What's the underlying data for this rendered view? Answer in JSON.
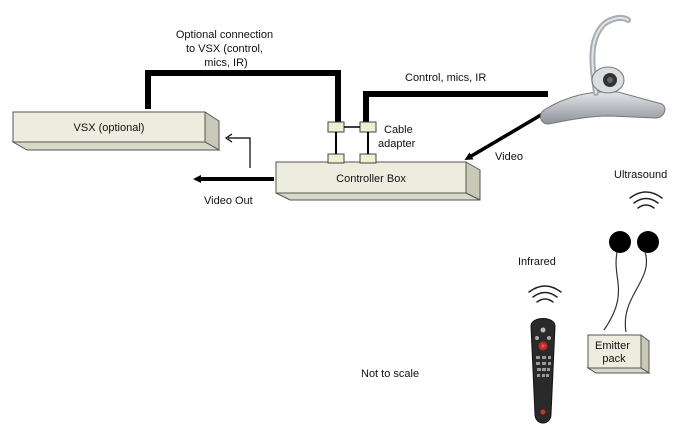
{
  "boxes": {
    "vsx": "VSX (optional)",
    "controller": "Controller Box",
    "emitter_line1": "Emitter",
    "emitter_line2": "pack"
  },
  "labels": {
    "optional_connection": [
      "Optional connection",
      "to VSX (control,",
      "mics, IR)"
    ],
    "control_mics_ir": "Control, mics, IR",
    "cable_adapter": [
      "Cable",
      "adapter"
    ],
    "video": "Video",
    "video_out": "Video Out",
    "ultrasound": "Ultrasound",
    "infrared": "Infrared",
    "not_to_scale": "Not to scale"
  },
  "icons": {
    "camera": "pan-tilt-camera-icon",
    "remote": "ir-remote-icon",
    "emitter_discs": "ultrasound-emitter-disc-icon",
    "signal_waves": "signal-wave-icon"
  },
  "colors": {
    "box_face": "#ededdf",
    "box_side": "#c9c9b8",
    "box_stroke": "#555555",
    "cable": "#000000",
    "camera_body": "#b8bcc2",
    "remote_body": "#2a2a2a"
  }
}
